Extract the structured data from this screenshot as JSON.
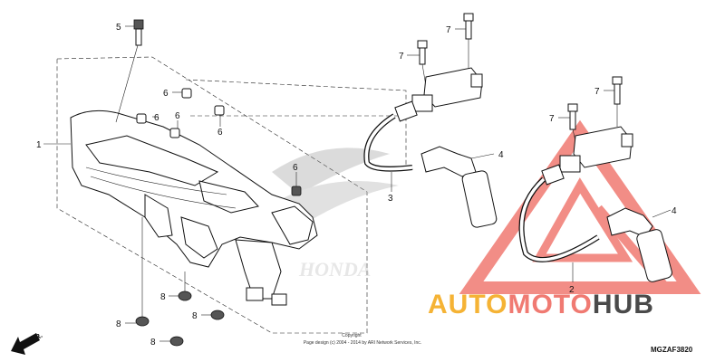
{
  "callouts": {
    "c1": "1",
    "c2": "2",
    "c3": "3",
    "c4a": "4",
    "c4b": "4",
    "c5": "5",
    "c6a": "6",
    "c6b": "6",
    "c6c": "6",
    "c6d": "6",
    "c6e": "6",
    "c7a": "7",
    "c7b": "7",
    "c7c": "7",
    "c7d": "7",
    "c8a": "8",
    "c8b": "8",
    "c8c": "8",
    "c8d": "8"
  },
  "direction_label": "FR.",
  "copyright_line1": "Copyright",
  "copyright_line2": "Page design (c) 2004 - 2014 by ARI Network Services, Inc.",
  "diagram_code": "MGZAF3820",
  "watermark": {
    "brand_part1": "AUTO",
    "brand_part2": "MOTO",
    "brand_part3": "HUB",
    "color_orange": "#F5B335",
    "color_red": "#F07A72",
    "color_dark": "#4a4a4a"
  }
}
